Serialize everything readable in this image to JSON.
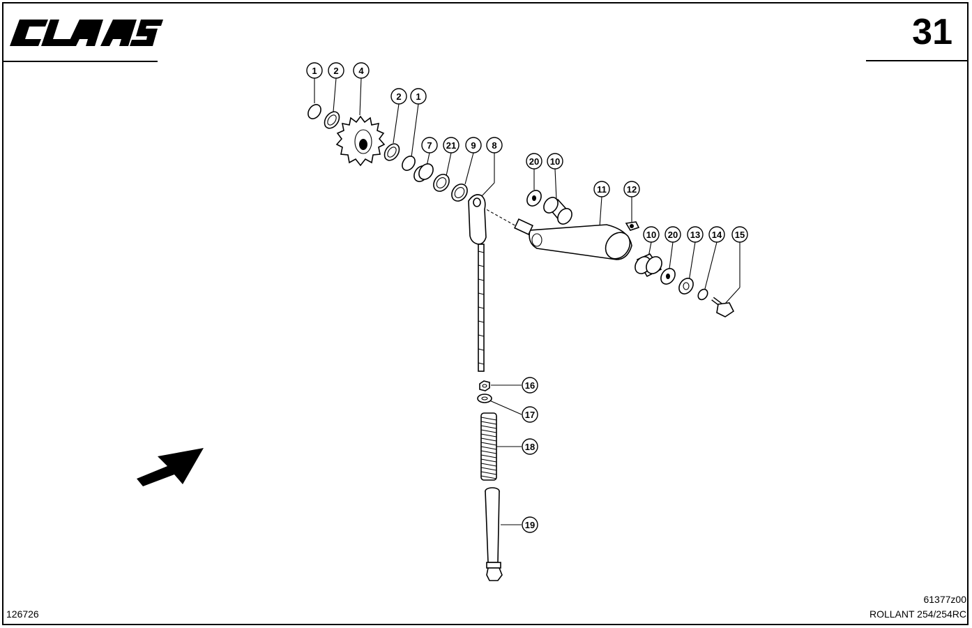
{
  "header": {
    "brand": "CLAAS",
    "page_number": "31"
  },
  "footer": {
    "left_code": "126726",
    "drawing_code": "61377z00",
    "model": "ROLLANT 254/254RC"
  },
  "callouts": {
    "c1a": "1",
    "c2a": "2",
    "c4": "4",
    "c2b": "2",
    "c1b": "1",
    "c7": "7",
    "c21": "21",
    "c9": "9",
    "c8": "8",
    "c20a": "20",
    "c10a": "10",
    "c11": "11",
    "c12": "12",
    "c10b": "10",
    "c20b": "20",
    "c13": "13",
    "c14": "14",
    "c15": "15",
    "c16": "16",
    "c17": "17",
    "c18": "18",
    "c19": "19"
  }
}
